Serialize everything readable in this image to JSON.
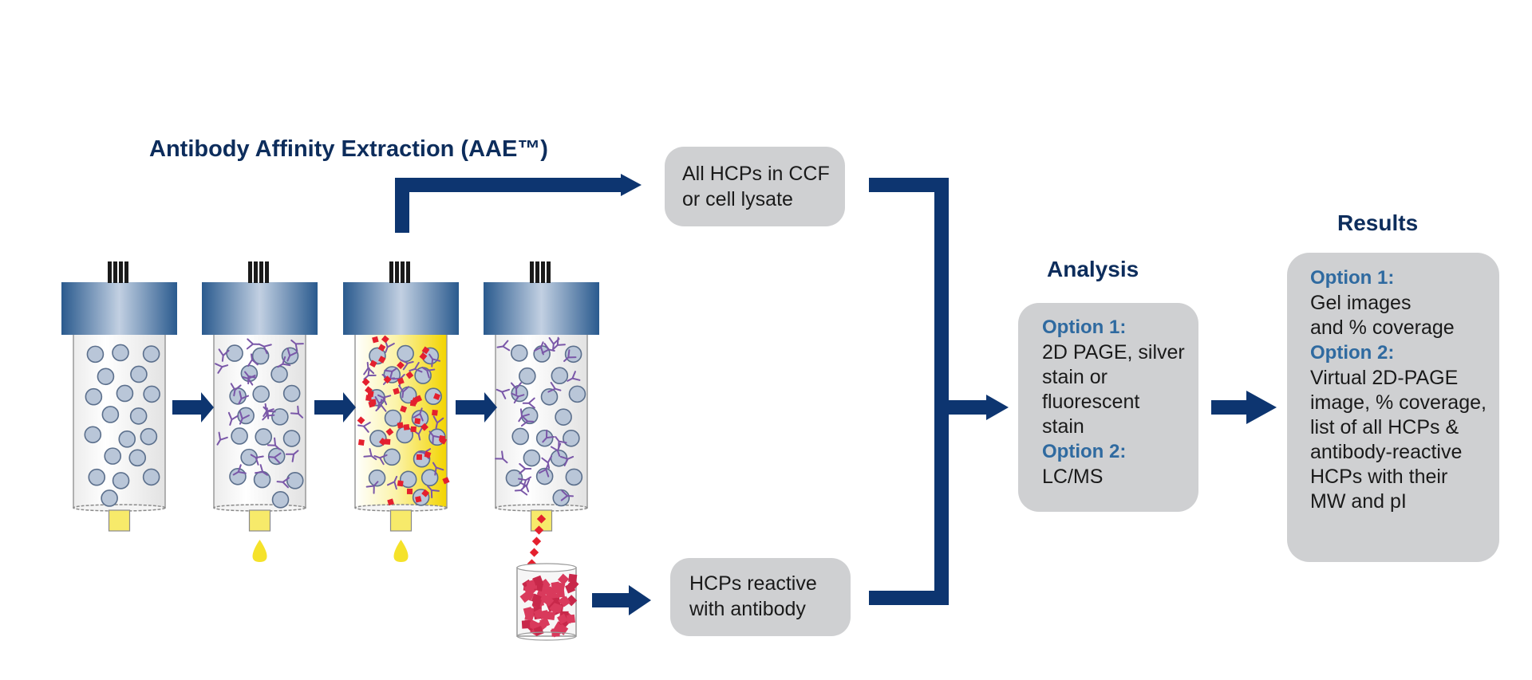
{
  "title": "Antibody Affinity Extraction (AAE™)",
  "boxes": {
    "all_hcps": [
      "All HCPs in CCF",
      "or cell lysate"
    ],
    "reactive_hcps": [
      "HCPs reactive",
      "with antibody"
    ]
  },
  "analysis": {
    "heading": "Analysis",
    "option1_label": "Option 1:",
    "option1_lines": [
      "2D PAGE, silver",
      "stain or",
      "fluorescent",
      "stain"
    ],
    "option2_label": "Option 2:",
    "option2_lines": [
      "LC/MS"
    ]
  },
  "results": {
    "heading": "Results",
    "option1_label": "Option 1:",
    "option1_lines": [
      "Gel images",
      "and % coverage"
    ],
    "option2_label": "Option 2:",
    "option2_lines": [
      "Virtual 2D-PAGE",
      "image, % coverage,",
      "list of all HCPs  &",
      "antibody-reactive",
      "HCPs with their",
      "MW and pI"
    ]
  },
  "colors": {
    "arrow": "#0d3570",
    "heading": "#0d2d5c",
    "option_label": "#2f6aa0",
    "box_fill": "#cfd0d2",
    "hcp": "#e4202e",
    "eluate": "#f5e22a"
  }
}
